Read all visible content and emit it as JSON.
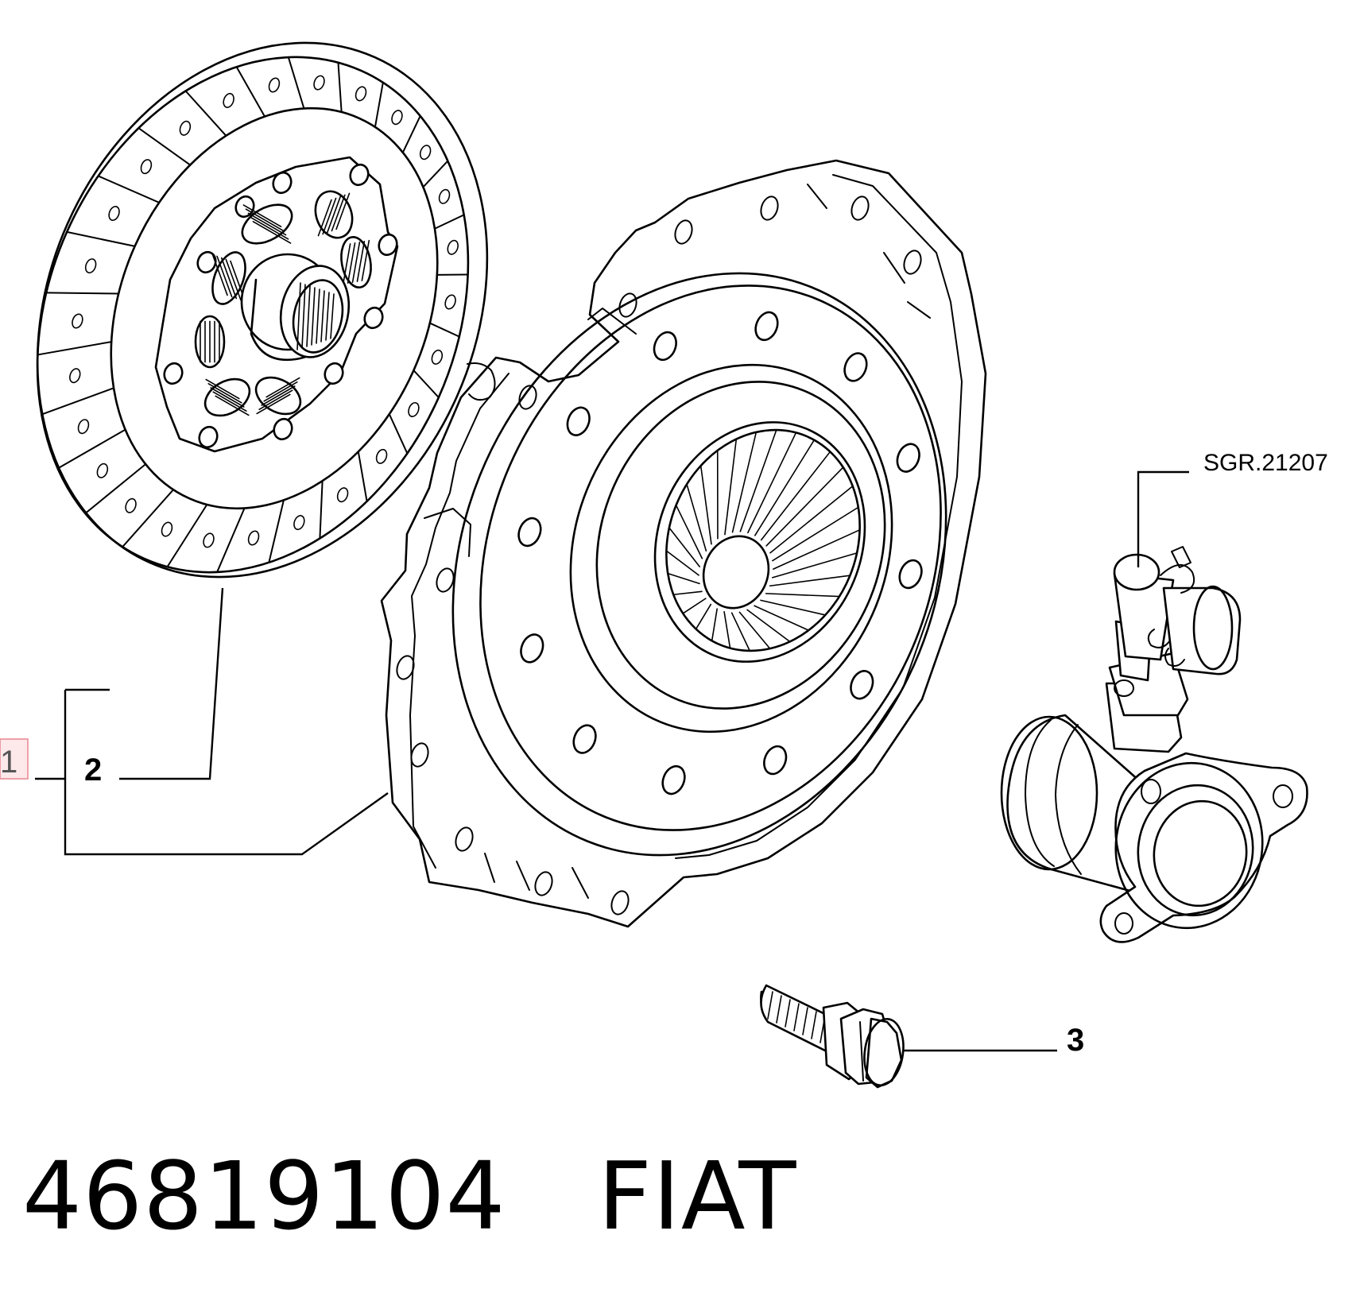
{
  "callouts": {
    "kit": "1",
    "disc": "2",
    "bolt": "3"
  },
  "reference_label": "SGR.21207",
  "caption": {
    "part_number": "46819104",
    "brand": "FIAT"
  },
  "colors": {
    "line": "#000000",
    "background": "#ffffff",
    "highlight_fill": "#fde8ea",
    "highlight_border": "#e8868f"
  }
}
